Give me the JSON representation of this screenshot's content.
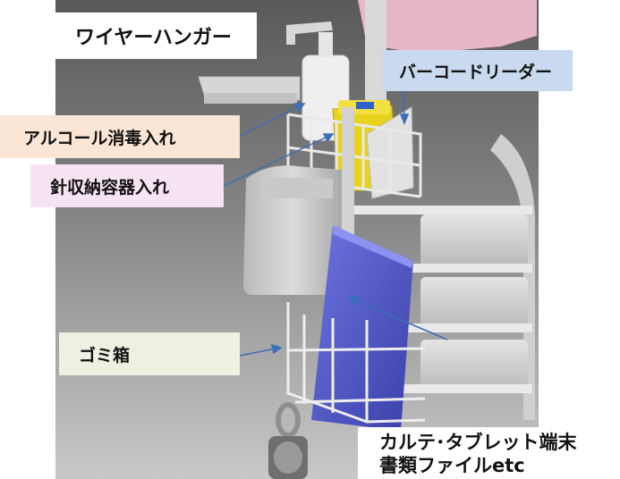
{
  "labels": {
    "wire_hanger": "ワイヤーハンガー",
    "barcode_reader": "バーコードリーダー",
    "alcohol_holder": "アルコール消毒入れ",
    "needle_container": "針収納容器入れ",
    "trash_box": "ゴミ箱",
    "tablet_line1": "カルテ･タブレット端末",
    "tablet_line2": "書類ファイルetc"
  },
  "colors": {
    "barcode_label_bg": "#c9daf0",
    "alcohol_label_bg": "#fbe6d6",
    "needle_label_bg": "#f7e4f2",
    "trash_label_bg": "#ecf1e1",
    "arrow": "#3b6fb6",
    "sharps_yellow": "#e8d21c",
    "clipboard_blue": "#4a52c9"
  }
}
